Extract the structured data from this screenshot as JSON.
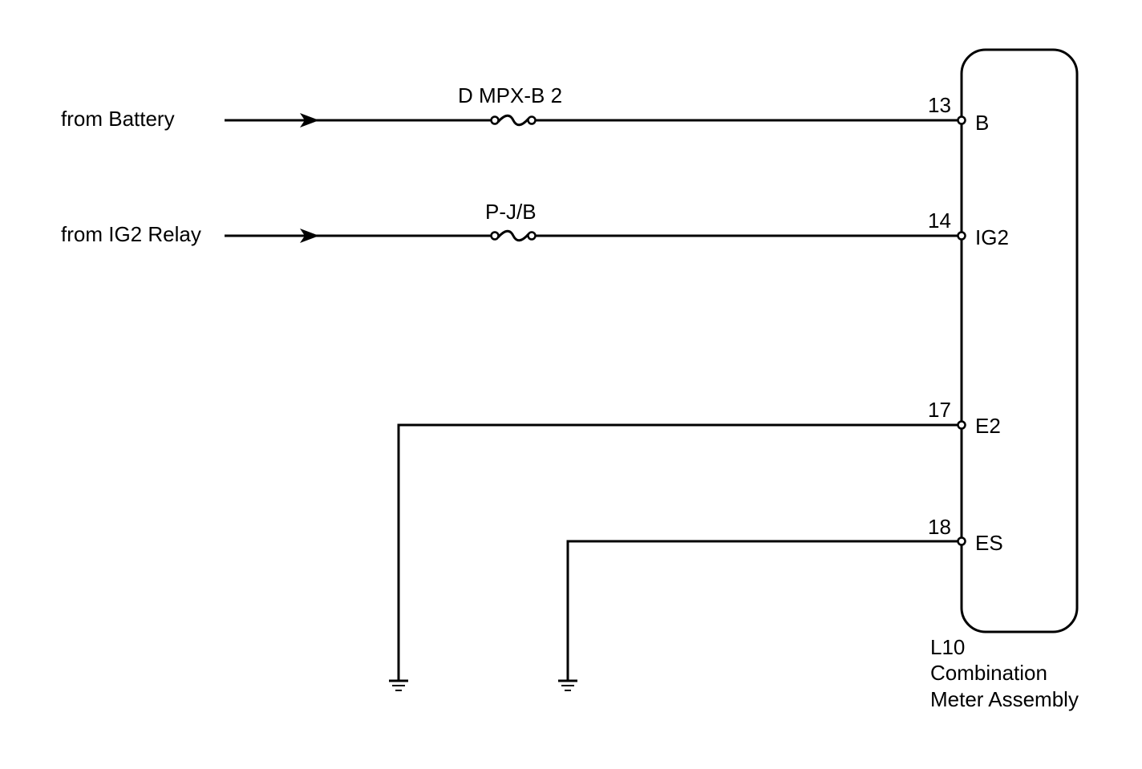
{
  "sources": [
    {
      "label": "from Battery",
      "fuse": "D MPX-B 2"
    },
    {
      "label": "from IG2 Relay",
      "fuse": "P-J/B"
    }
  ],
  "component": {
    "code": "L10",
    "name_line1": "Combination",
    "name_line2": "Meter Assembly",
    "pins": [
      {
        "number": "13",
        "name": "B"
      },
      {
        "number": "14",
        "name": "IG2"
      },
      {
        "number": "17",
        "name": "E2"
      },
      {
        "number": "18",
        "name": "ES"
      }
    ]
  }
}
